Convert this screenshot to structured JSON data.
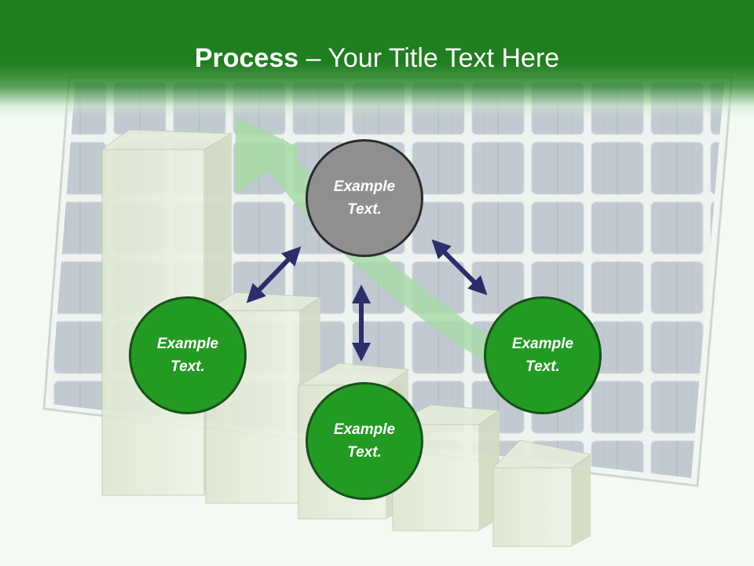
{
  "title": {
    "bold": "Process",
    "rest": " – Your Title Text Here"
  },
  "nodes": {
    "top": "Example Text.",
    "left": "Example Text.",
    "bottom": "Example Text.",
    "right": "Example Text."
  },
  "colors": {
    "title_band": "#1f7e1f",
    "node_green": "#239b23",
    "node_gray": "#8f8f8f",
    "connector": "#2b2e6b",
    "growth_arrow": "#a9dba9"
  }
}
